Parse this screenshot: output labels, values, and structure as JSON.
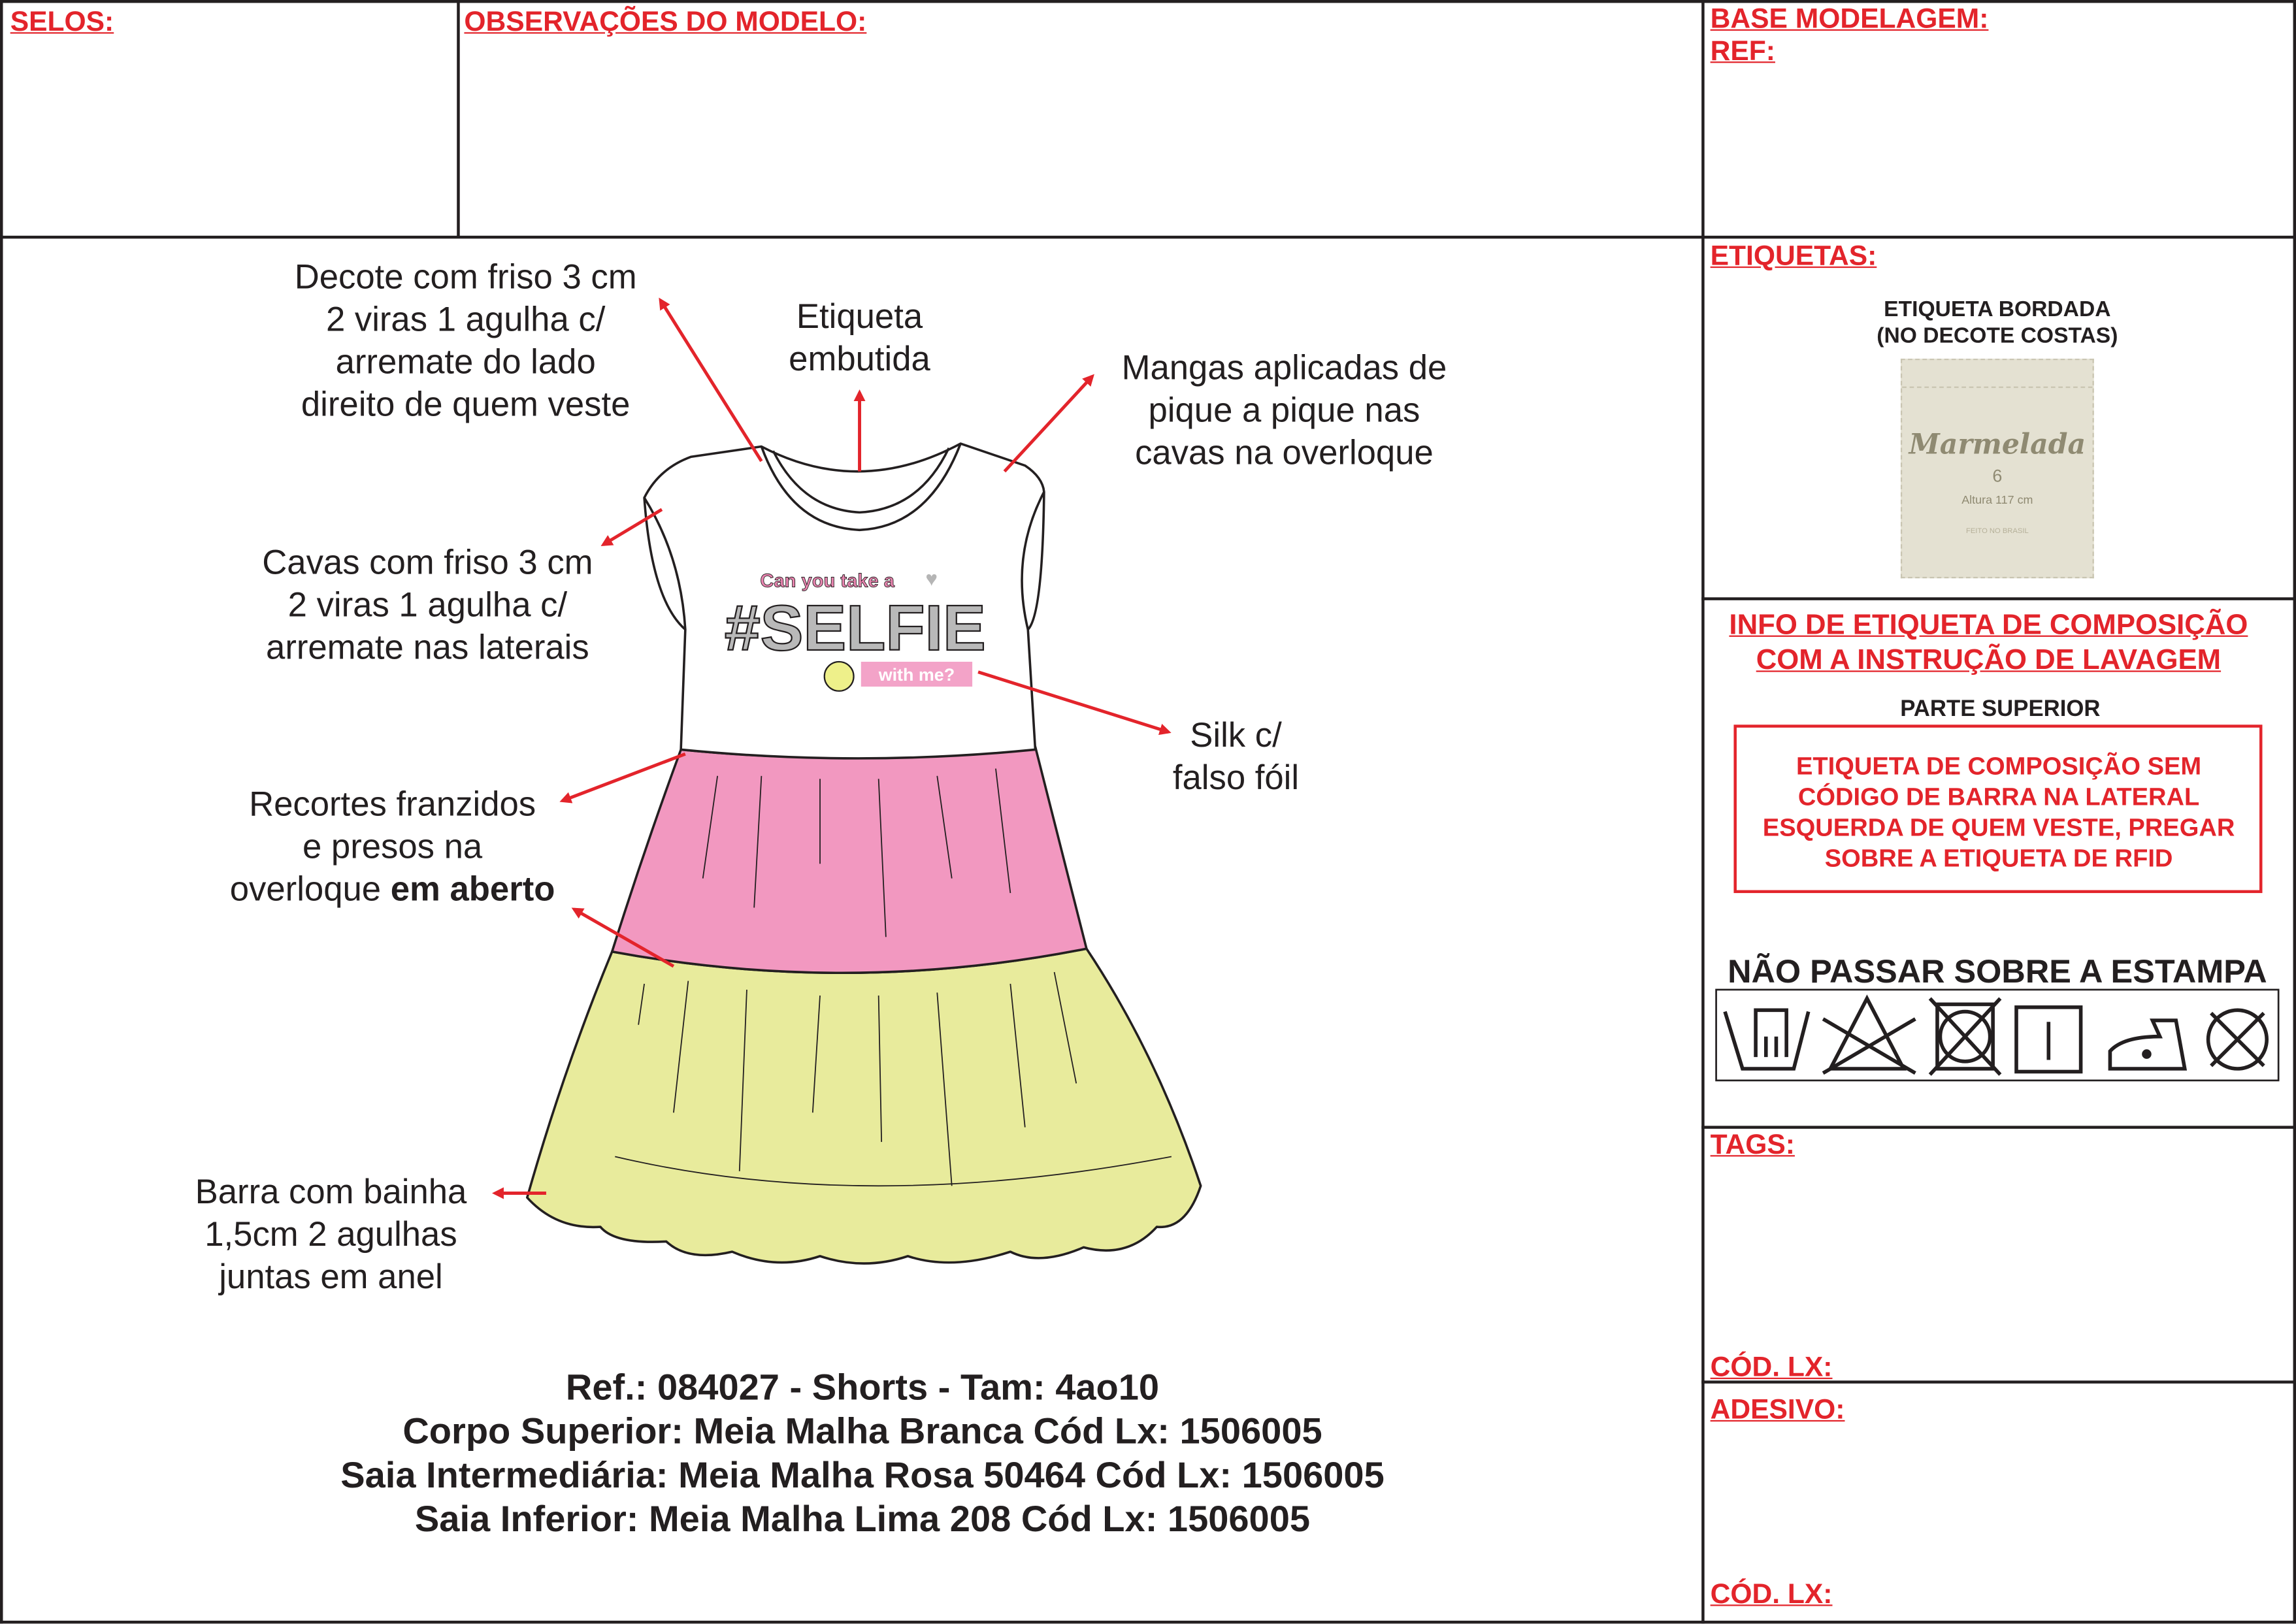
{
  "header": {
    "selos_label": "SELOS:",
    "observacoes_label": "OBSERVAÇÕES DO MODELO:",
    "base_modelagem_label": "BASE MODELAGEM:",
    "ref_label": "REF:"
  },
  "annotations": {
    "decote": [
      "Decote com friso 3 cm",
      "2 viras 1 agulha c/",
      "arremate do lado",
      "direito de quem veste"
    ],
    "etiqueta": [
      "Etiqueta",
      "embutida"
    ],
    "mangas": [
      "Mangas aplicadas de",
      "pique a pique nas",
      "cavas na overloque"
    ],
    "cavas": [
      "Cavas com friso 3 cm",
      "2 viras 1 agulha c/",
      "arremate nas laterais"
    ],
    "silk": [
      "Silk c/",
      "falso fóil"
    ],
    "recortes": [
      "Recortes franzidos",
      "e presos na",
      "overloque ",
      "em aberto"
    ],
    "barra": [
      "Barra com bainha",
      "1,5cm 2 agulhas",
      "juntas em anel"
    ]
  },
  "print": {
    "line1": "Can you take a",
    "line2": "#SELFIE",
    "line3": "with me?"
  },
  "specs": [
    "Ref.: 084027 - Shorts - Tam: 4ao10",
    "Corpo Superior: Meia Malha Branca Cód Lx: 1506005",
    "Saia Intermediária: Meia Malha Rosa 50464 Cód Lx: 1506005",
    "Saia Inferior: Meia Malha Lima 208 Cód Lx: 1506005"
  ],
  "right": {
    "etiquetas_label": "ETIQUETAS:",
    "bordada": [
      "ETIQUETA BORDADA",
      "(NO DECOTE COSTAS)"
    ],
    "label_image": {
      "brand": "Marmelada",
      "size": "6",
      "height": "Altura 117 cm",
      "made": "FEITO NO BRASIL"
    },
    "info_heading": [
      "INFO DE ETIQUETA DE COMPOSIÇÃO",
      "COM A INSTRUÇÃO DE LAVAGEM"
    ],
    "parte_superior": "PARTE SUPERIOR",
    "composicao_box": [
      "ETIQUETA DE COMPOSIÇÃO SEM",
      "CÓDIGO DE BARRA NA LATERAL",
      "ESQUERDA DE QUEM VESTE, PREGAR",
      "SOBRE A ETIQUETA DE RFID"
    ],
    "nao_passar": "NÃO PASSAR SOBRE A ESTAMPA",
    "care_symbols": [
      "hand-wash-icon",
      "do-not-bleach-icon",
      "do-not-tumble-dry-icon",
      "line-dry-icon",
      "iron-low-icon",
      "do-not-dry-clean-icon"
    ],
    "tags_label": "TAGS:",
    "cod_lx_1": "CÓD. LX:",
    "adesivo_label": "ADESIVO:",
    "cod_lx_2": "CÓD. LX:"
  },
  "colors": {
    "accent": "#e3242b",
    "pink": "#f298c0",
    "lime": "#e8eb9c",
    "ink": "#231f20"
  }
}
